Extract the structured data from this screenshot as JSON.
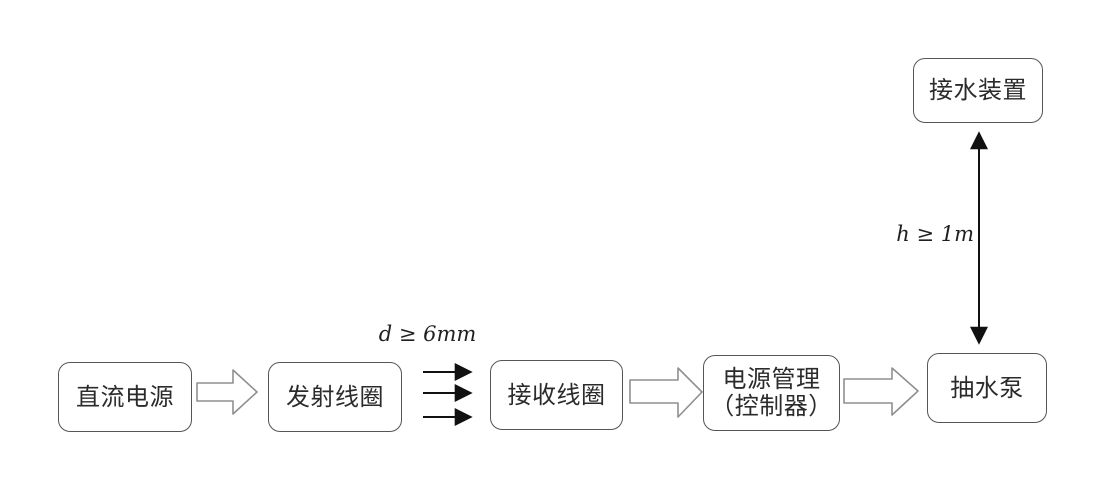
{
  "diagram": {
    "nodes": [
      {
        "id": "dc-power",
        "label": "直流电源"
      },
      {
        "id": "tx-coil",
        "label": "发射线圈"
      },
      {
        "id": "rx-coil",
        "label": "接收线圈"
      },
      {
        "id": "power-mgmt",
        "label": "电源管理\n（控制器）"
      },
      {
        "id": "water-pump",
        "label": "抽水泵"
      },
      {
        "id": "water-receiver",
        "label": "接水装置"
      }
    ],
    "annotations": {
      "coil_gap": "d ≥ 6mm",
      "lift_height": "h ≥ 1m"
    },
    "colors": {
      "background": "#ffffff",
      "box_border": "#555555",
      "block_arrow_outline": "#8f8f8f",
      "thin_arrow": "#111111",
      "text": "#2b2b2b"
    }
  }
}
